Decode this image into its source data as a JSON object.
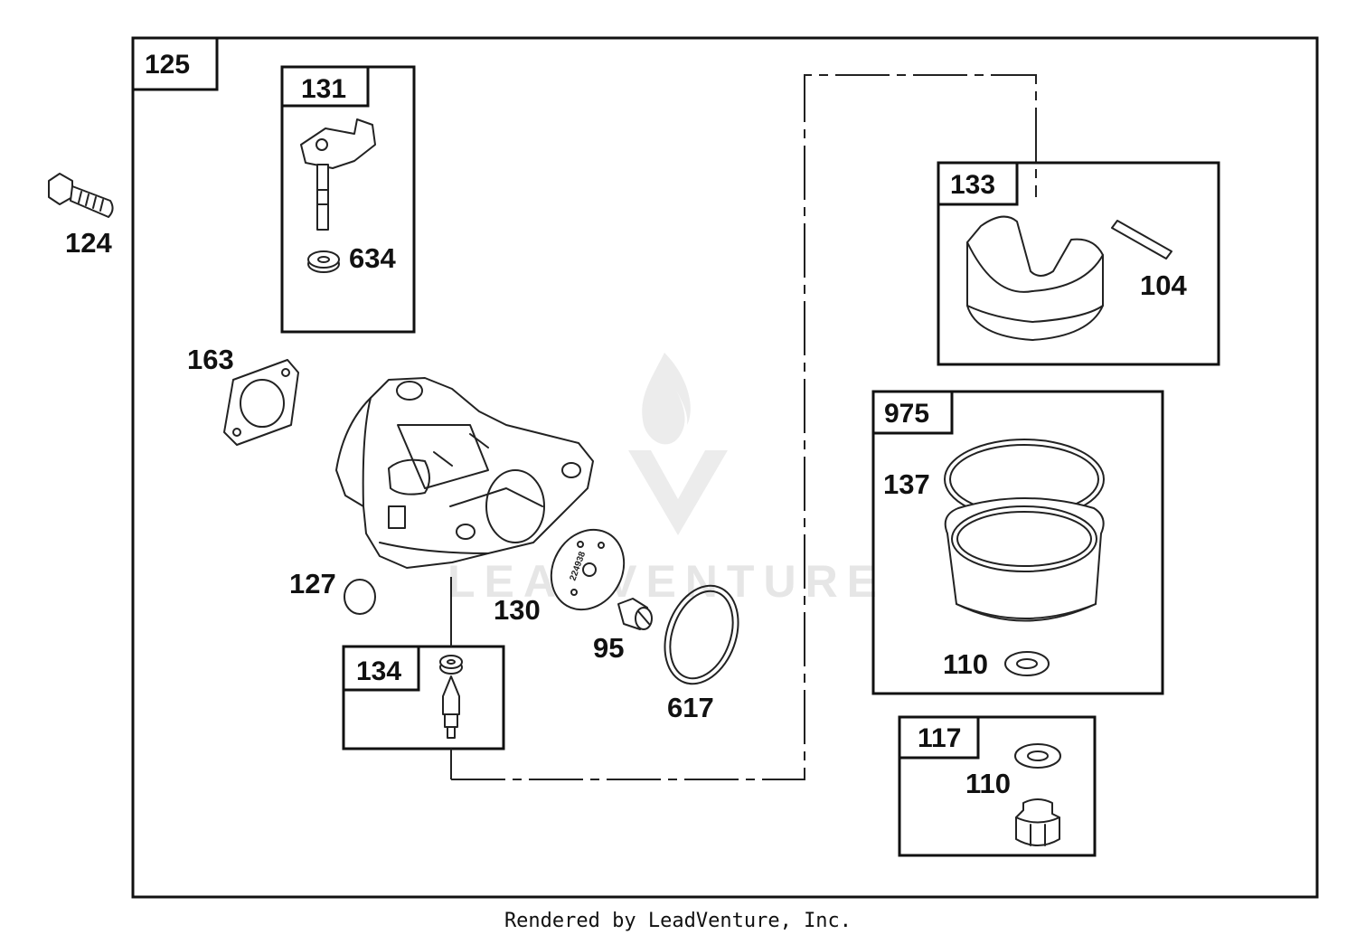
{
  "diagram": {
    "assembly_label": "125",
    "callouts": {
      "p124": "124",
      "p634": "634",
      "p163": "163",
      "p127": "127",
      "p130": "130",
      "p95": "95",
      "p617": "617",
      "p104": "104",
      "p137": "137",
      "p110_kit975": "110",
      "p110_kit117": "110"
    },
    "kits": {
      "k131": "131",
      "k133": "133",
      "k134": "134",
      "k975": "975",
      "k117": "117"
    },
    "plate_stamp": "224938",
    "watermark": "LEADVENTURE"
  },
  "footer": {
    "text": "Rendered by LeadVenture, Inc."
  }
}
